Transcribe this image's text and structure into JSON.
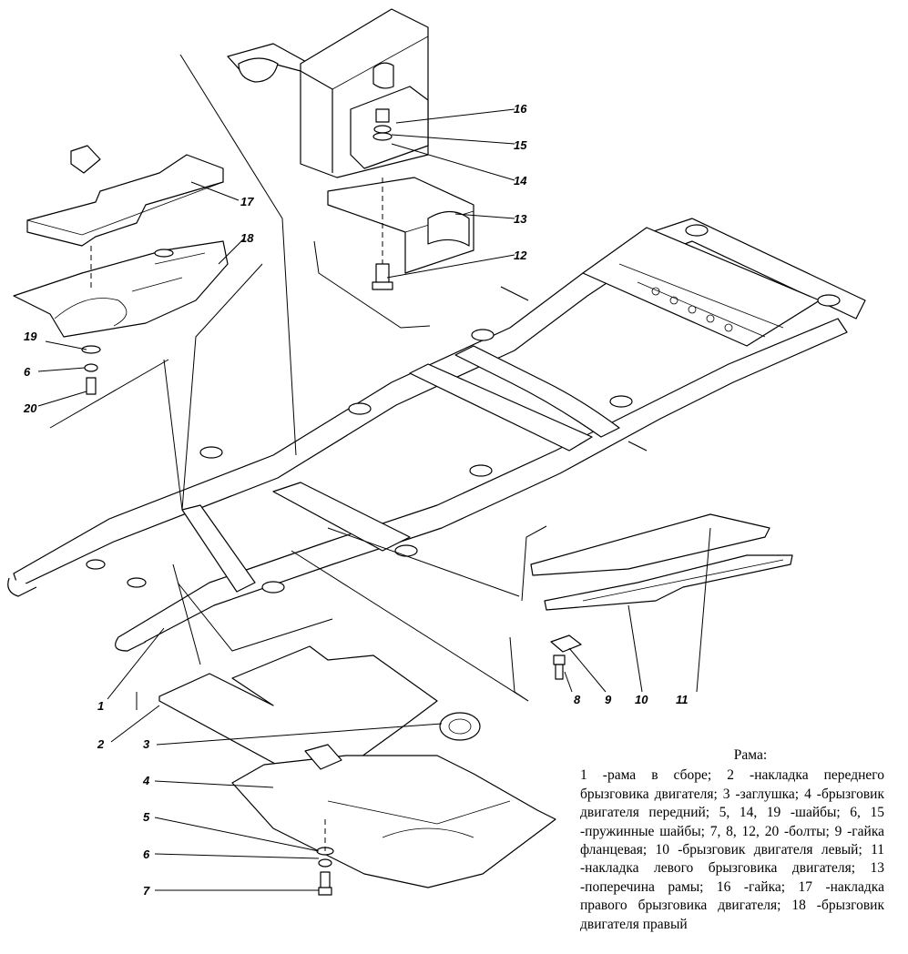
{
  "caption": {
    "title": "Рама:",
    "text": "1 -рама в сборе; 2 -накладка переднего брызговика двигателя; 3 -заглушка; 4 -брызговик двигателя передний; 5, 14, 19 -шайбы; 6, 15 -пружинные шайбы; 7, 8, 12, 20 -болты; 9 -гайка фланцевая; 10 -брызговик двигателя левый; 11 -накладка левого брызговика двигателя; 13 -поперечина рамы; 16 -гайка; 17 -накладка правого брызговика двигателя; 18 -брызговик двигателя правый"
  },
  "callouts": [
    {
      "id": "c16",
      "label": "16"
    },
    {
      "id": "c15",
      "label": "15"
    },
    {
      "id": "c14",
      "label": "14"
    },
    {
      "id": "c13",
      "label": "13"
    },
    {
      "id": "c12",
      "label": "12"
    },
    {
      "id": "c17",
      "label": "17"
    },
    {
      "id": "c18",
      "label": "18"
    },
    {
      "id": "c19",
      "label": "19"
    },
    {
      "id": "c6a",
      "label": "6"
    },
    {
      "id": "c20",
      "label": "20"
    },
    {
      "id": "c1",
      "label": "1"
    },
    {
      "id": "c2",
      "label": "2"
    },
    {
      "id": "c3",
      "label": "3"
    },
    {
      "id": "c4",
      "label": "4"
    },
    {
      "id": "c5",
      "label": "5"
    },
    {
      "id": "c6b",
      "label": "6"
    },
    {
      "id": "c7",
      "label": "7"
    },
    {
      "id": "c8",
      "label": "8"
    },
    {
      "id": "c9",
      "label": "9"
    },
    {
      "id": "c10",
      "label": "10"
    },
    {
      "id": "c11",
      "label": "11"
    }
  ]
}
